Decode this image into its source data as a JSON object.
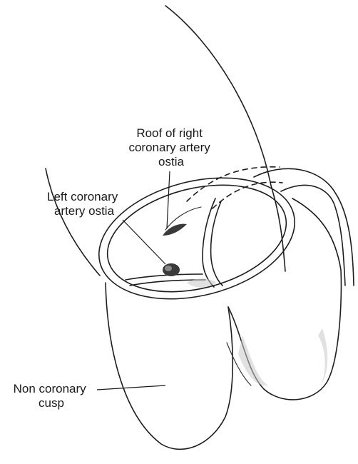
{
  "labels": {
    "roof_right": [
      "Roof of right",
      "coronary artery",
      "ostia"
    ],
    "left_ostia": [
      "Left coronary",
      "artery ostia"
    ],
    "non_coronary": [
      "Non coronary",
      "cusp"
    ]
  }
}
